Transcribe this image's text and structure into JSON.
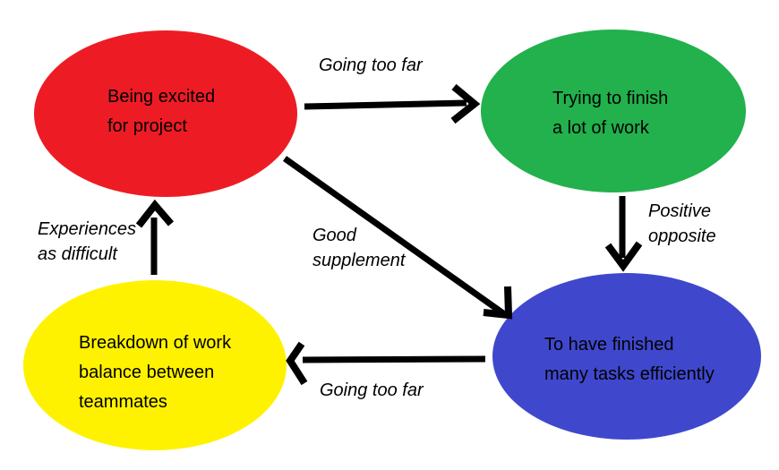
{
  "diagram": {
    "background_color": "#ffffff",
    "arrow_color": "#000000",
    "text_color": "#000000",
    "nodes": [
      {
        "id": "excited",
        "color": "#ed1c24",
        "label": "Being excited for project",
        "label_lines": [
          "Being excited",
          "for project"
        ]
      },
      {
        "id": "trying",
        "color": "#22b14c",
        "label": "Trying to finish a lot of work",
        "label_lines": [
          "Trying to finish",
          "a lot of work"
        ]
      },
      {
        "id": "finished",
        "color": "#3f48cc",
        "label": "To have finished many tasks efficiently",
        "label_lines": [
          "To have finished",
          "many tasks efficiently"
        ]
      },
      {
        "id": "breakdown",
        "color": "#fff200",
        "label": "Breakdown of work balance between teammates",
        "label_lines": [
          "Breakdown of work",
          "balance between",
          "teammates"
        ]
      }
    ],
    "edges": [
      {
        "from": "excited",
        "to": "trying",
        "label": "Going too far",
        "label_lines": [
          "Going too far"
        ]
      },
      {
        "from": "trying",
        "to": "finished",
        "label": "Positive opposite",
        "label_lines": [
          "Positive",
          "opposite"
        ]
      },
      {
        "from": "excited",
        "to": "finished",
        "label": "Good supplement",
        "label_lines": [
          "Good",
          "supplement"
        ]
      },
      {
        "from": "finished",
        "to": "breakdown",
        "label": "Going too far",
        "label_lines": [
          "Going too far"
        ]
      },
      {
        "from": "breakdown",
        "to": "excited",
        "label": "Experiences as difficult",
        "label_lines": [
          "Experiences",
          "as difficult"
        ]
      }
    ]
  }
}
